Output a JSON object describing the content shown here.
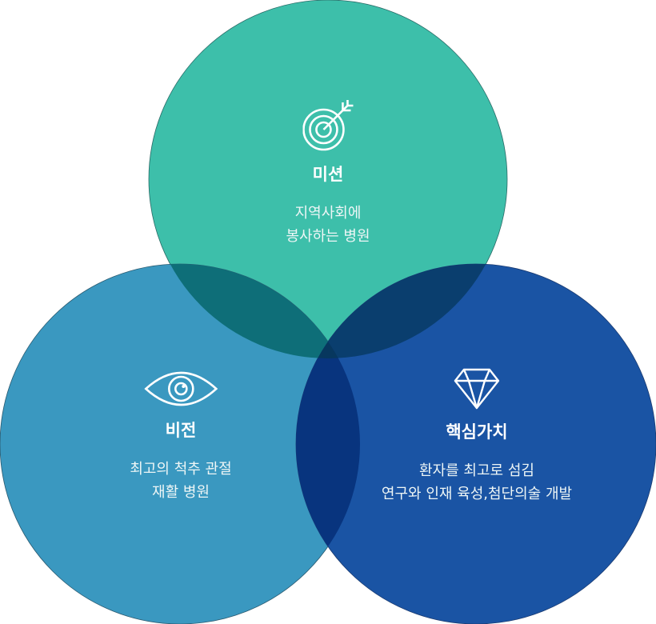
{
  "colors": {
    "mission": "#3dbfaa",
    "vision": "#3a98c0",
    "values": "#1a54a4",
    "mission_vision": "#0e6e78",
    "mission_values": "#0a3e6e",
    "vision_values": "#08347e",
    "center": "#07375e"
  },
  "mission": {
    "icon": "target-icon",
    "title": "미션",
    "lines": [
      "지역사회에",
      "봉사하는 병원"
    ]
  },
  "vision": {
    "icon": "eye-icon",
    "title": "비전",
    "lines": [
      "최고의 척추 관절",
      "재활 병원"
    ]
  },
  "values": {
    "icon": "diamond-icon",
    "title": "핵심가치",
    "lines": [
      "환자를 최고로 섬김",
      "연구와 인재 육성,첨단의술 개발"
    ]
  }
}
